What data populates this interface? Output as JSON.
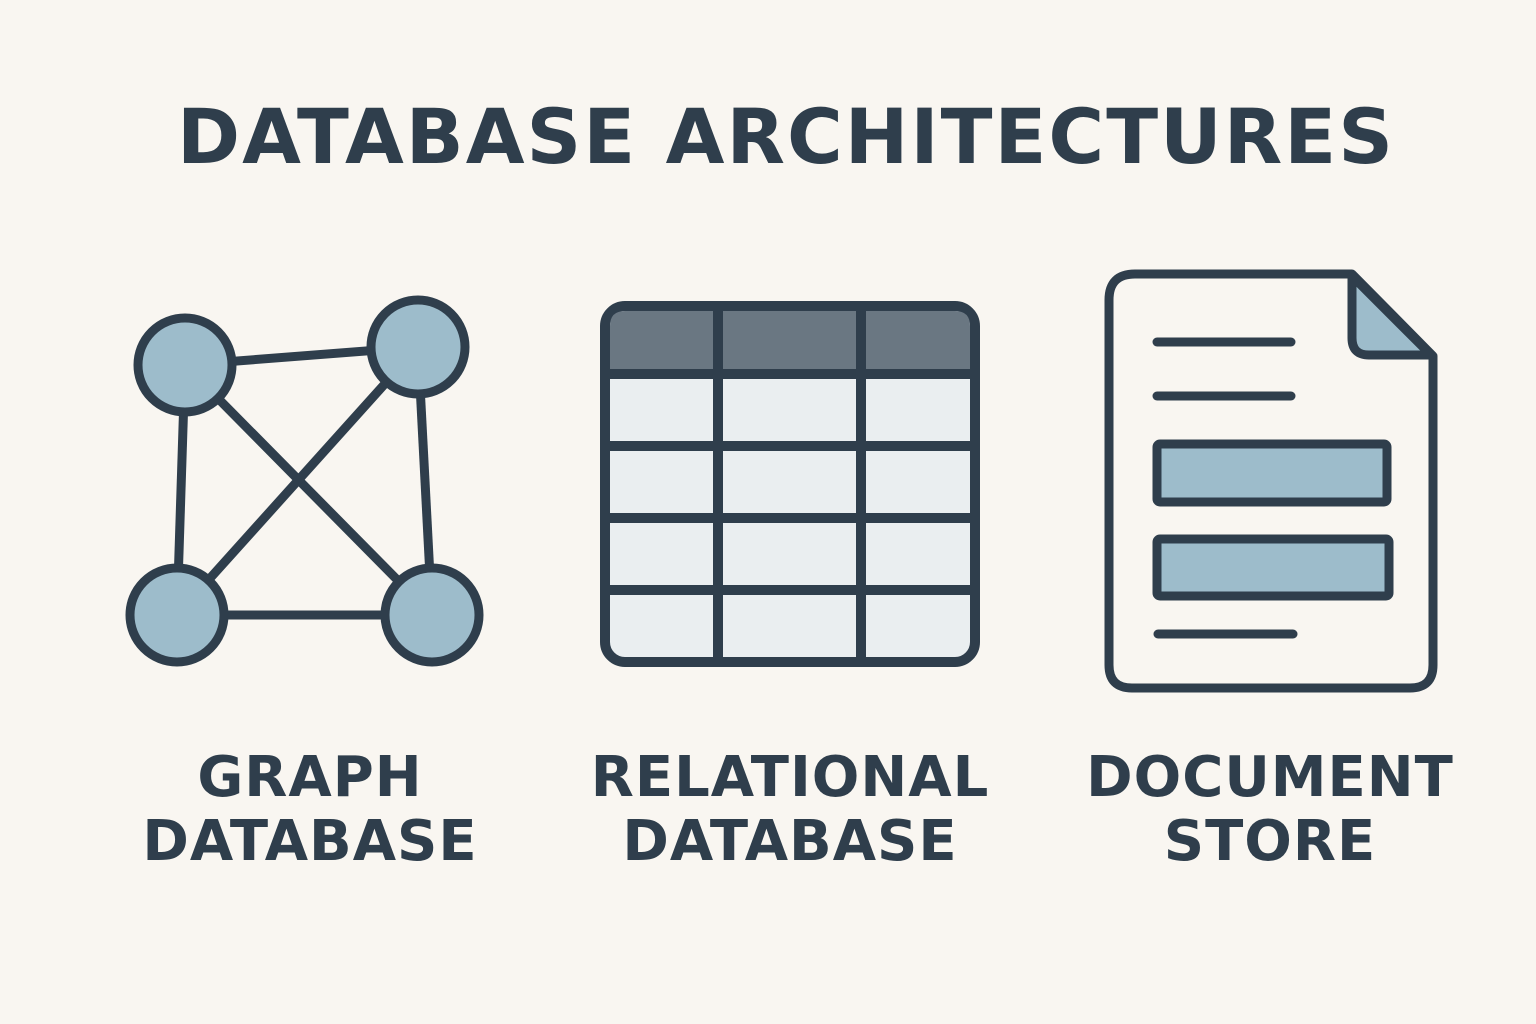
{
  "title": "DATABASE ARCHITECTURES",
  "colors": {
    "background": "#f9f6f1",
    "stroke": "#2f3e4c",
    "node_fill": "#9dbccb",
    "header_fill": "#6a7782",
    "cell_fill": "#eaeef0"
  },
  "items": [
    {
      "id": "graph",
      "icon": "graph-network-icon",
      "line1": "GRAPH",
      "line2": "DATABASE"
    },
    {
      "id": "relational",
      "icon": "table-grid-icon",
      "line1": "RELATIONAL",
      "line2": "DATABASE"
    },
    {
      "id": "document",
      "icon": "document-icon",
      "line1": "DOCUMENT",
      "line2": "STORE"
    }
  ]
}
